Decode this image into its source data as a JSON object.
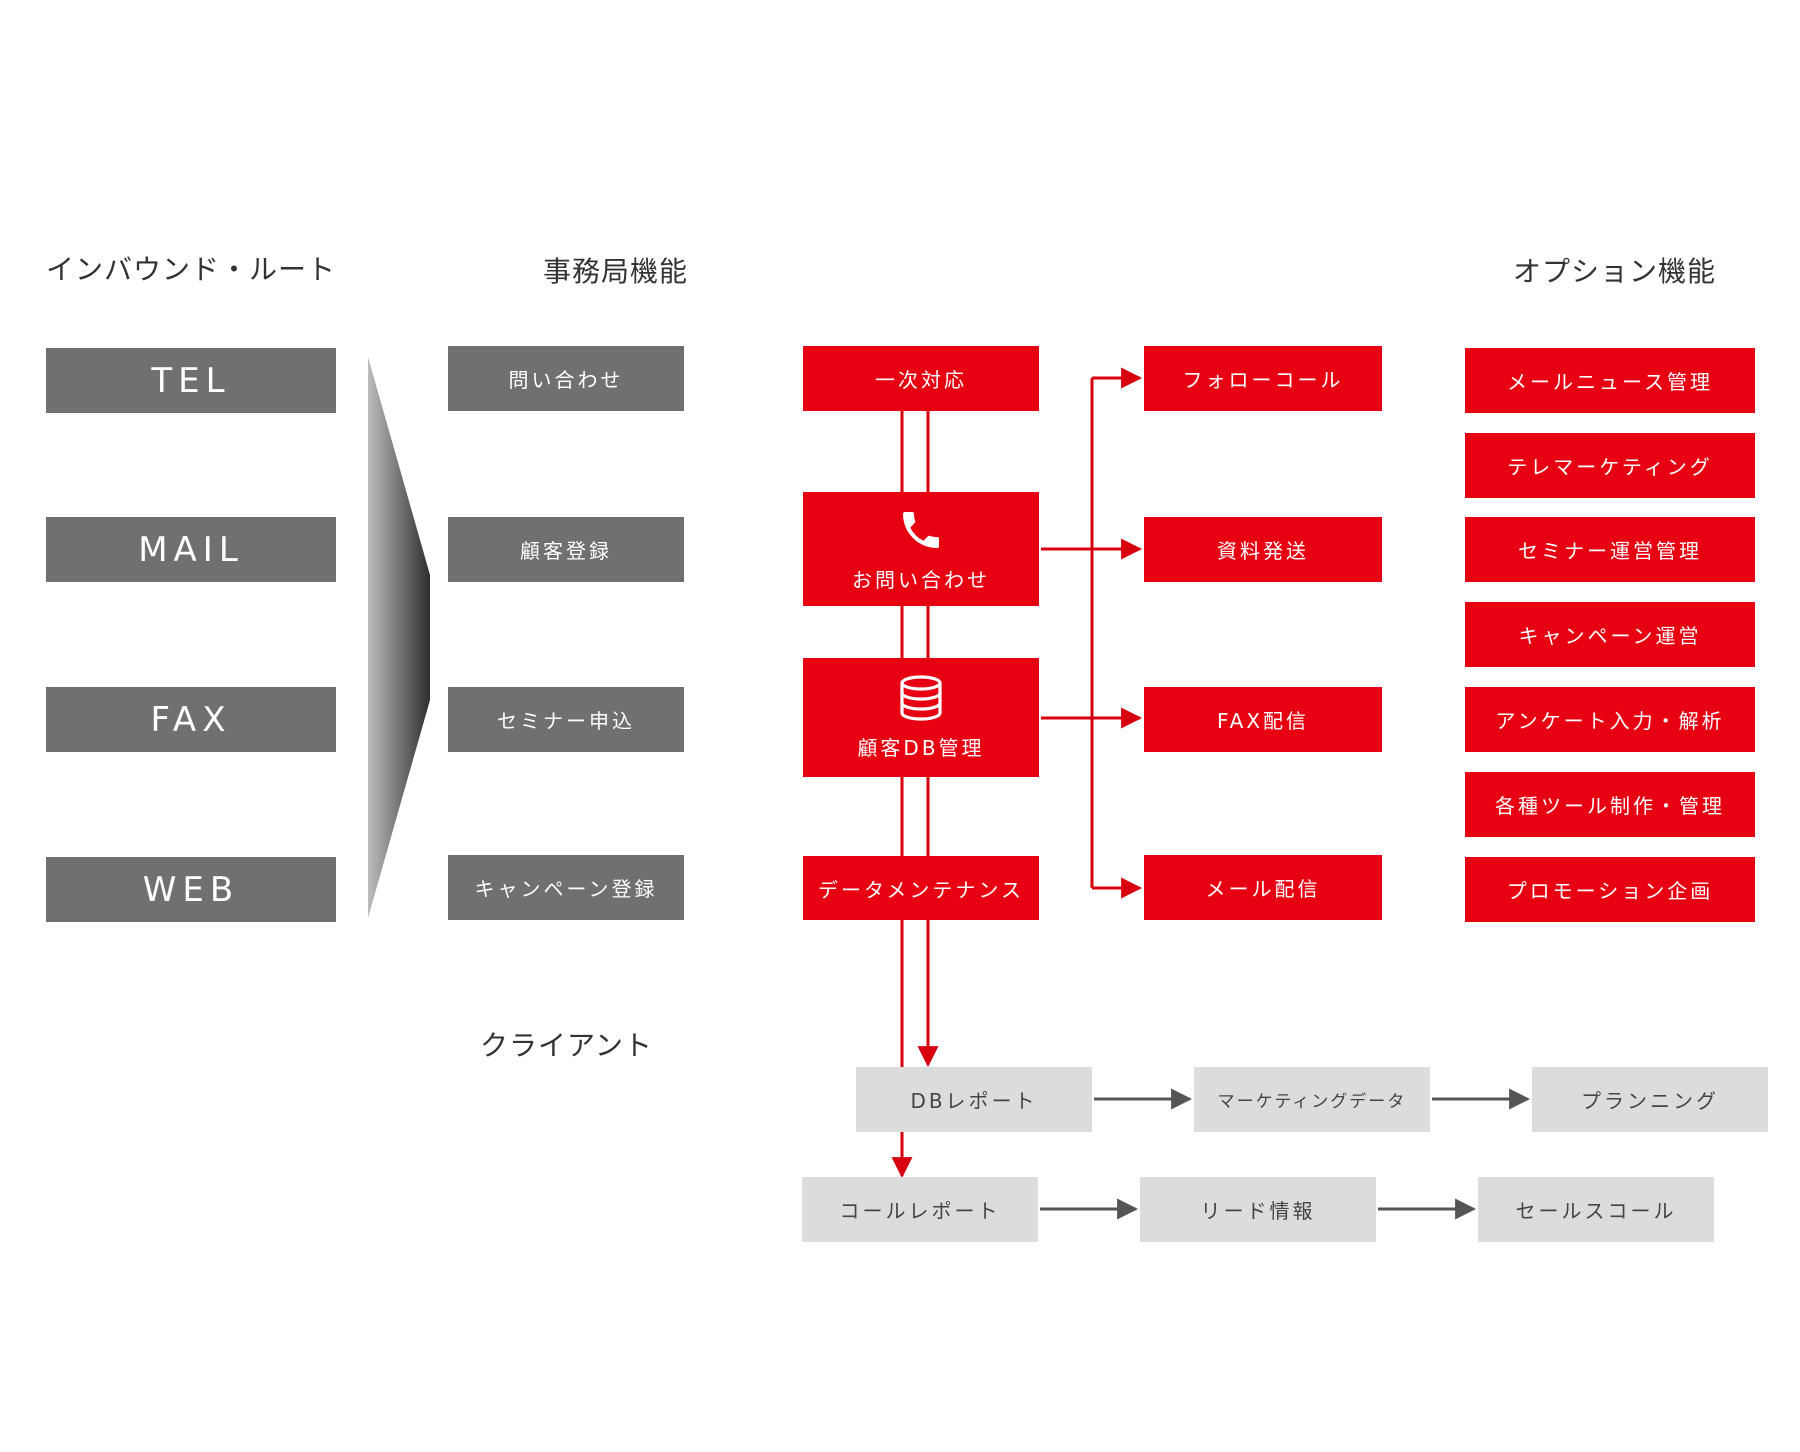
{
  "headings": {
    "inbound": "インバウンド・ルート",
    "office": "事務局機能",
    "option": "オプション機能",
    "client": "クライアント"
  },
  "inbound_routes": [
    "TEL",
    "MAIL",
    "FAX",
    "WEB"
  ],
  "office_functions": [
    "問い合わせ",
    "顧客登録",
    "セミナー申込",
    "キャンペーン登録"
  ],
  "center_flow": {
    "first_response": "一次対応",
    "inquiry": "お問い合わせ",
    "customer_db": "顧客DB管理",
    "data_maintenance": "データメンテナンス"
  },
  "outputs": [
    "フォローコール",
    "資料発送",
    "FAX配信",
    "メール配信"
  ],
  "options": [
    "メールニュース管理",
    "テレマーケティング",
    "セミナー運営管理",
    "キャンペーン運営",
    "アンケート入力・解析",
    "各種ツール制作・管理",
    "プロモーション企画"
  ],
  "client_flow": {
    "db_report": "DBレポート",
    "marketing_data": "マーケティングデータ",
    "planning": "プランニング",
    "call_report": "コールレポート",
    "lead_info": "リード情報",
    "sales_call": "セールスコール"
  },
  "icons": {
    "inquiry_icon": "phone-icon",
    "db_icon": "database-icon"
  },
  "colors": {
    "red": "#e60012",
    "dark_gray": "#707070",
    "light_gray": "#dcdcdc",
    "connector_red": "#d7000f",
    "connector_gray": "#555555"
  }
}
